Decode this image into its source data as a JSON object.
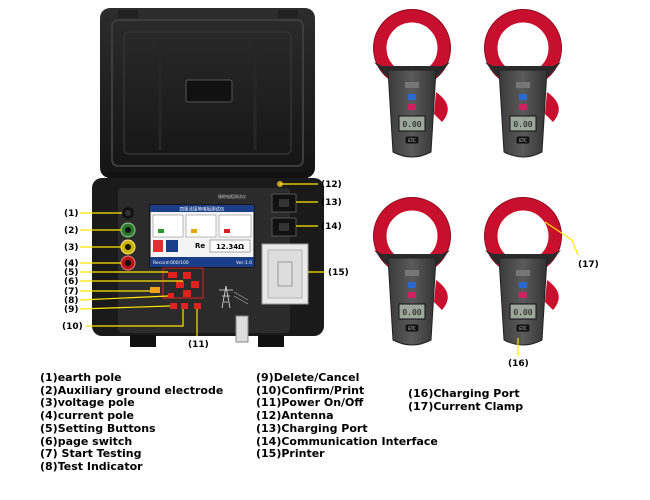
{
  "device": {
    "screen": {
      "header": "四极法接地电阻测试仪",
      "record": "Record:000/100",
      "version": "Ver:1.0",
      "reading": "12.34Ω",
      "mode": "Re"
    },
    "top_label": "接地电阻测试仪"
  },
  "clamp": {
    "display": "0.00",
    "button_label": "ETC"
  },
  "callouts": [
    "(1)",
    "(2)",
    "(3)",
    "(4)",
    "(5)",
    "(6)",
    "(7)",
    "(8)",
    "(9)",
    "(10)",
    "(11)",
    "(12)",
    "(13)",
    "(14)",
    "(15)",
    "(16)",
    "(17)"
  ],
  "legend": {
    "col1": [
      "(1)earth pole",
      "(2)Auxiliary ground electrode",
      "(3)voltage pole",
      "(4)current pole",
      "(5)Setting Buttons",
      "(6)page switch",
      "(7) Start Testing",
      "(8)Test Indicator"
    ],
    "col2": [
      "(9)Delete/Cancel",
      "(10)Confirm/Print",
      "(11)Power On/Off",
      "(12)Antenna",
      "(13)Charging Port",
      "(14)Communication Interface",
      "(15)Printer"
    ],
    "col3": [
      "(16)Charging Port",
      "(17)Current Clamp"
    ]
  },
  "colors": {
    "case": "#1c1c1c",
    "clamp_red": "#c8102e",
    "leader_yellow": "#ffe600",
    "button_red": "#e0221f",
    "panel": "#2a2a2a"
  }
}
